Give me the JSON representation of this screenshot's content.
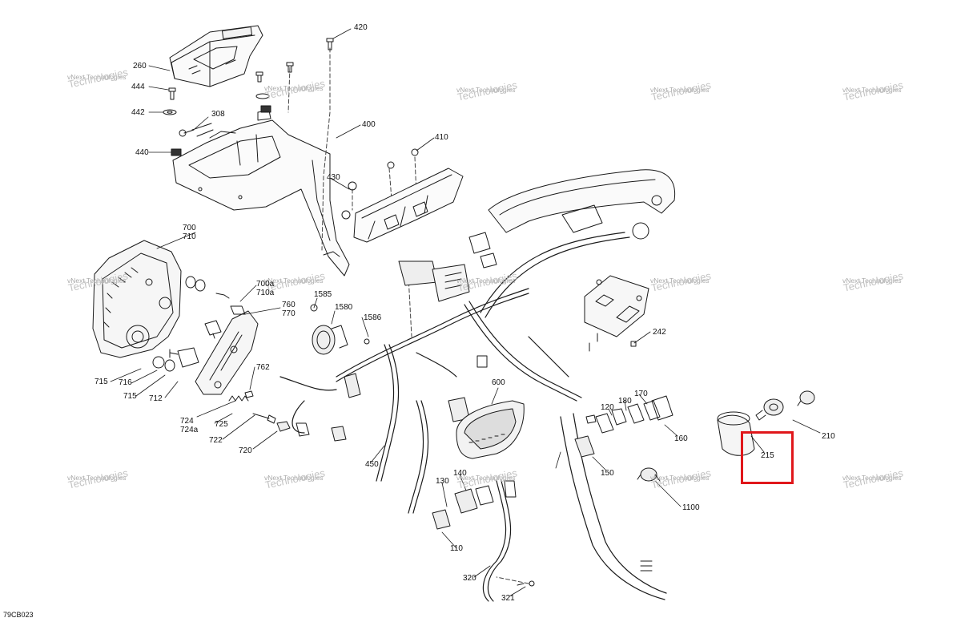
{
  "diagram": {
    "figure_code": "79CB023",
    "highlighted_part": "215",
    "watermark": {
      "line1": "vNext Technologies",
      "line2": "Technologies"
    },
    "callouts": {
      "c420": "420",
      "c260": "260",
      "c444": "444",
      "c442": "442",
      "c308": "308",
      "c440": "440",
      "c400": "400",
      "c410": "410",
      "c430": "430",
      "c700": "700",
      "c710": "710",
      "c700a": "700a",
      "c710a": "710a",
      "c760": "760",
      "c770": "770",
      "c1585": "1585",
      "c1580": "1580",
      "c1586": "1586",
      "c242": "242",
      "c715": "715",
      "c716": "716",
      "c715b": "715",
      "c712": "712",
      "c762": "762",
      "c724": "724",
      "c724a": "724a",
      "c725": "725",
      "c722": "722",
      "c720": "720",
      "c600": "600",
      "c450": "450",
      "c180": "180",
      "c170": "170",
      "c120": "120",
      "c160": "160",
      "c150": "150",
      "c140": "140",
      "c130": "130",
      "c110": "110",
      "c320": "320",
      "c321": "321",
      "c1100": "1100",
      "c210": "210",
      "c215": "215"
    },
    "colors": {
      "line": "#1a1a1a",
      "highlight": "#e0171b",
      "watermark": "#9a9a9a"
    }
  }
}
